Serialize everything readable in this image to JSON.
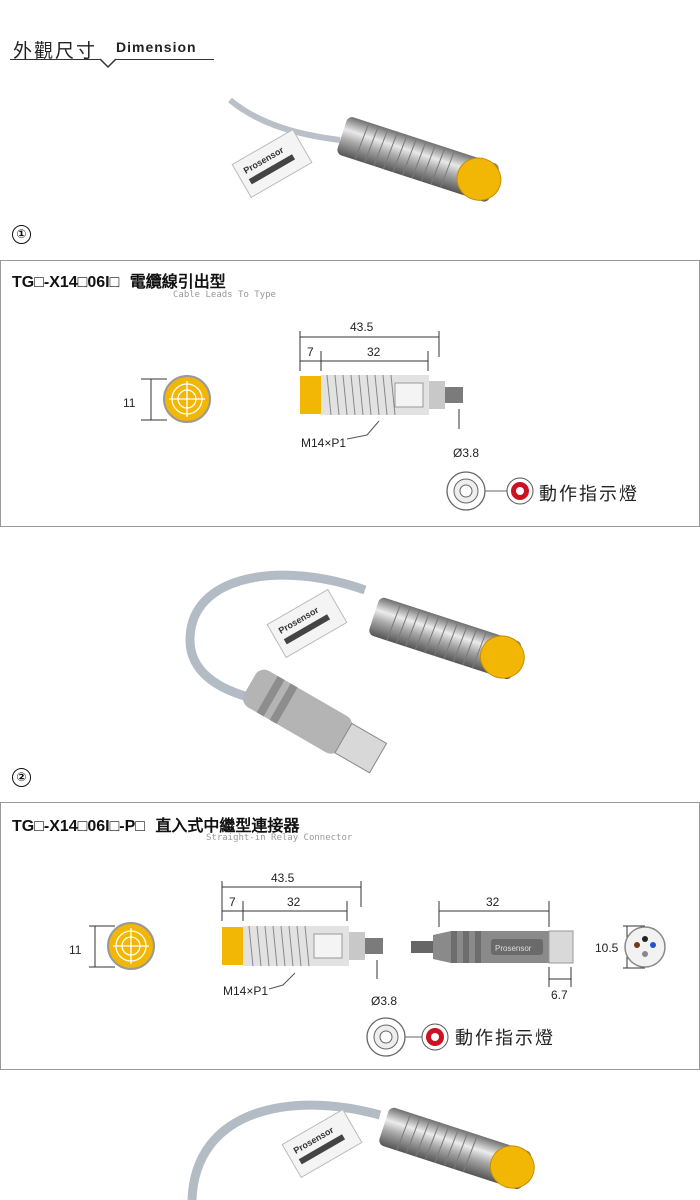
{
  "header": {
    "title": "外觀尺寸",
    "subtitle": "Dimension"
  },
  "brand_label": "Prosensor",
  "section1": {
    "number": "①",
    "model": "TG□-X14□06I□",
    "type_cn": "電纜線引出型",
    "type_en": "Cable Leads To Type",
    "dims": {
      "overall": "43.5",
      "cap": "7",
      "thread_len": "32",
      "face_dia": "11",
      "thread": "M14×P1",
      "cable_dia": "Ø3.8"
    },
    "indicator": "動作指示燈"
  },
  "section2": {
    "number": "②",
    "model": "TG□-X14□06I□-P□",
    "type_cn": "直入式中繼型連接器",
    "type_en": "Straight-in Relay Connector",
    "dims": {
      "overall": "43.5",
      "cap": "7",
      "thread_len": "32",
      "face_dia": "11",
      "thread": "M14×P1",
      "cable_dia": "Ø3.8",
      "connector_len": "32",
      "connector_tip": "6.7",
      "connector_dia": "10.5"
    },
    "indicator": "動作指示燈"
  },
  "colors": {
    "cap_yellow": "#f2b705",
    "border": "#9a9a9a",
    "cable": "#b9c0c8",
    "led_red": "#cc1122"
  }
}
